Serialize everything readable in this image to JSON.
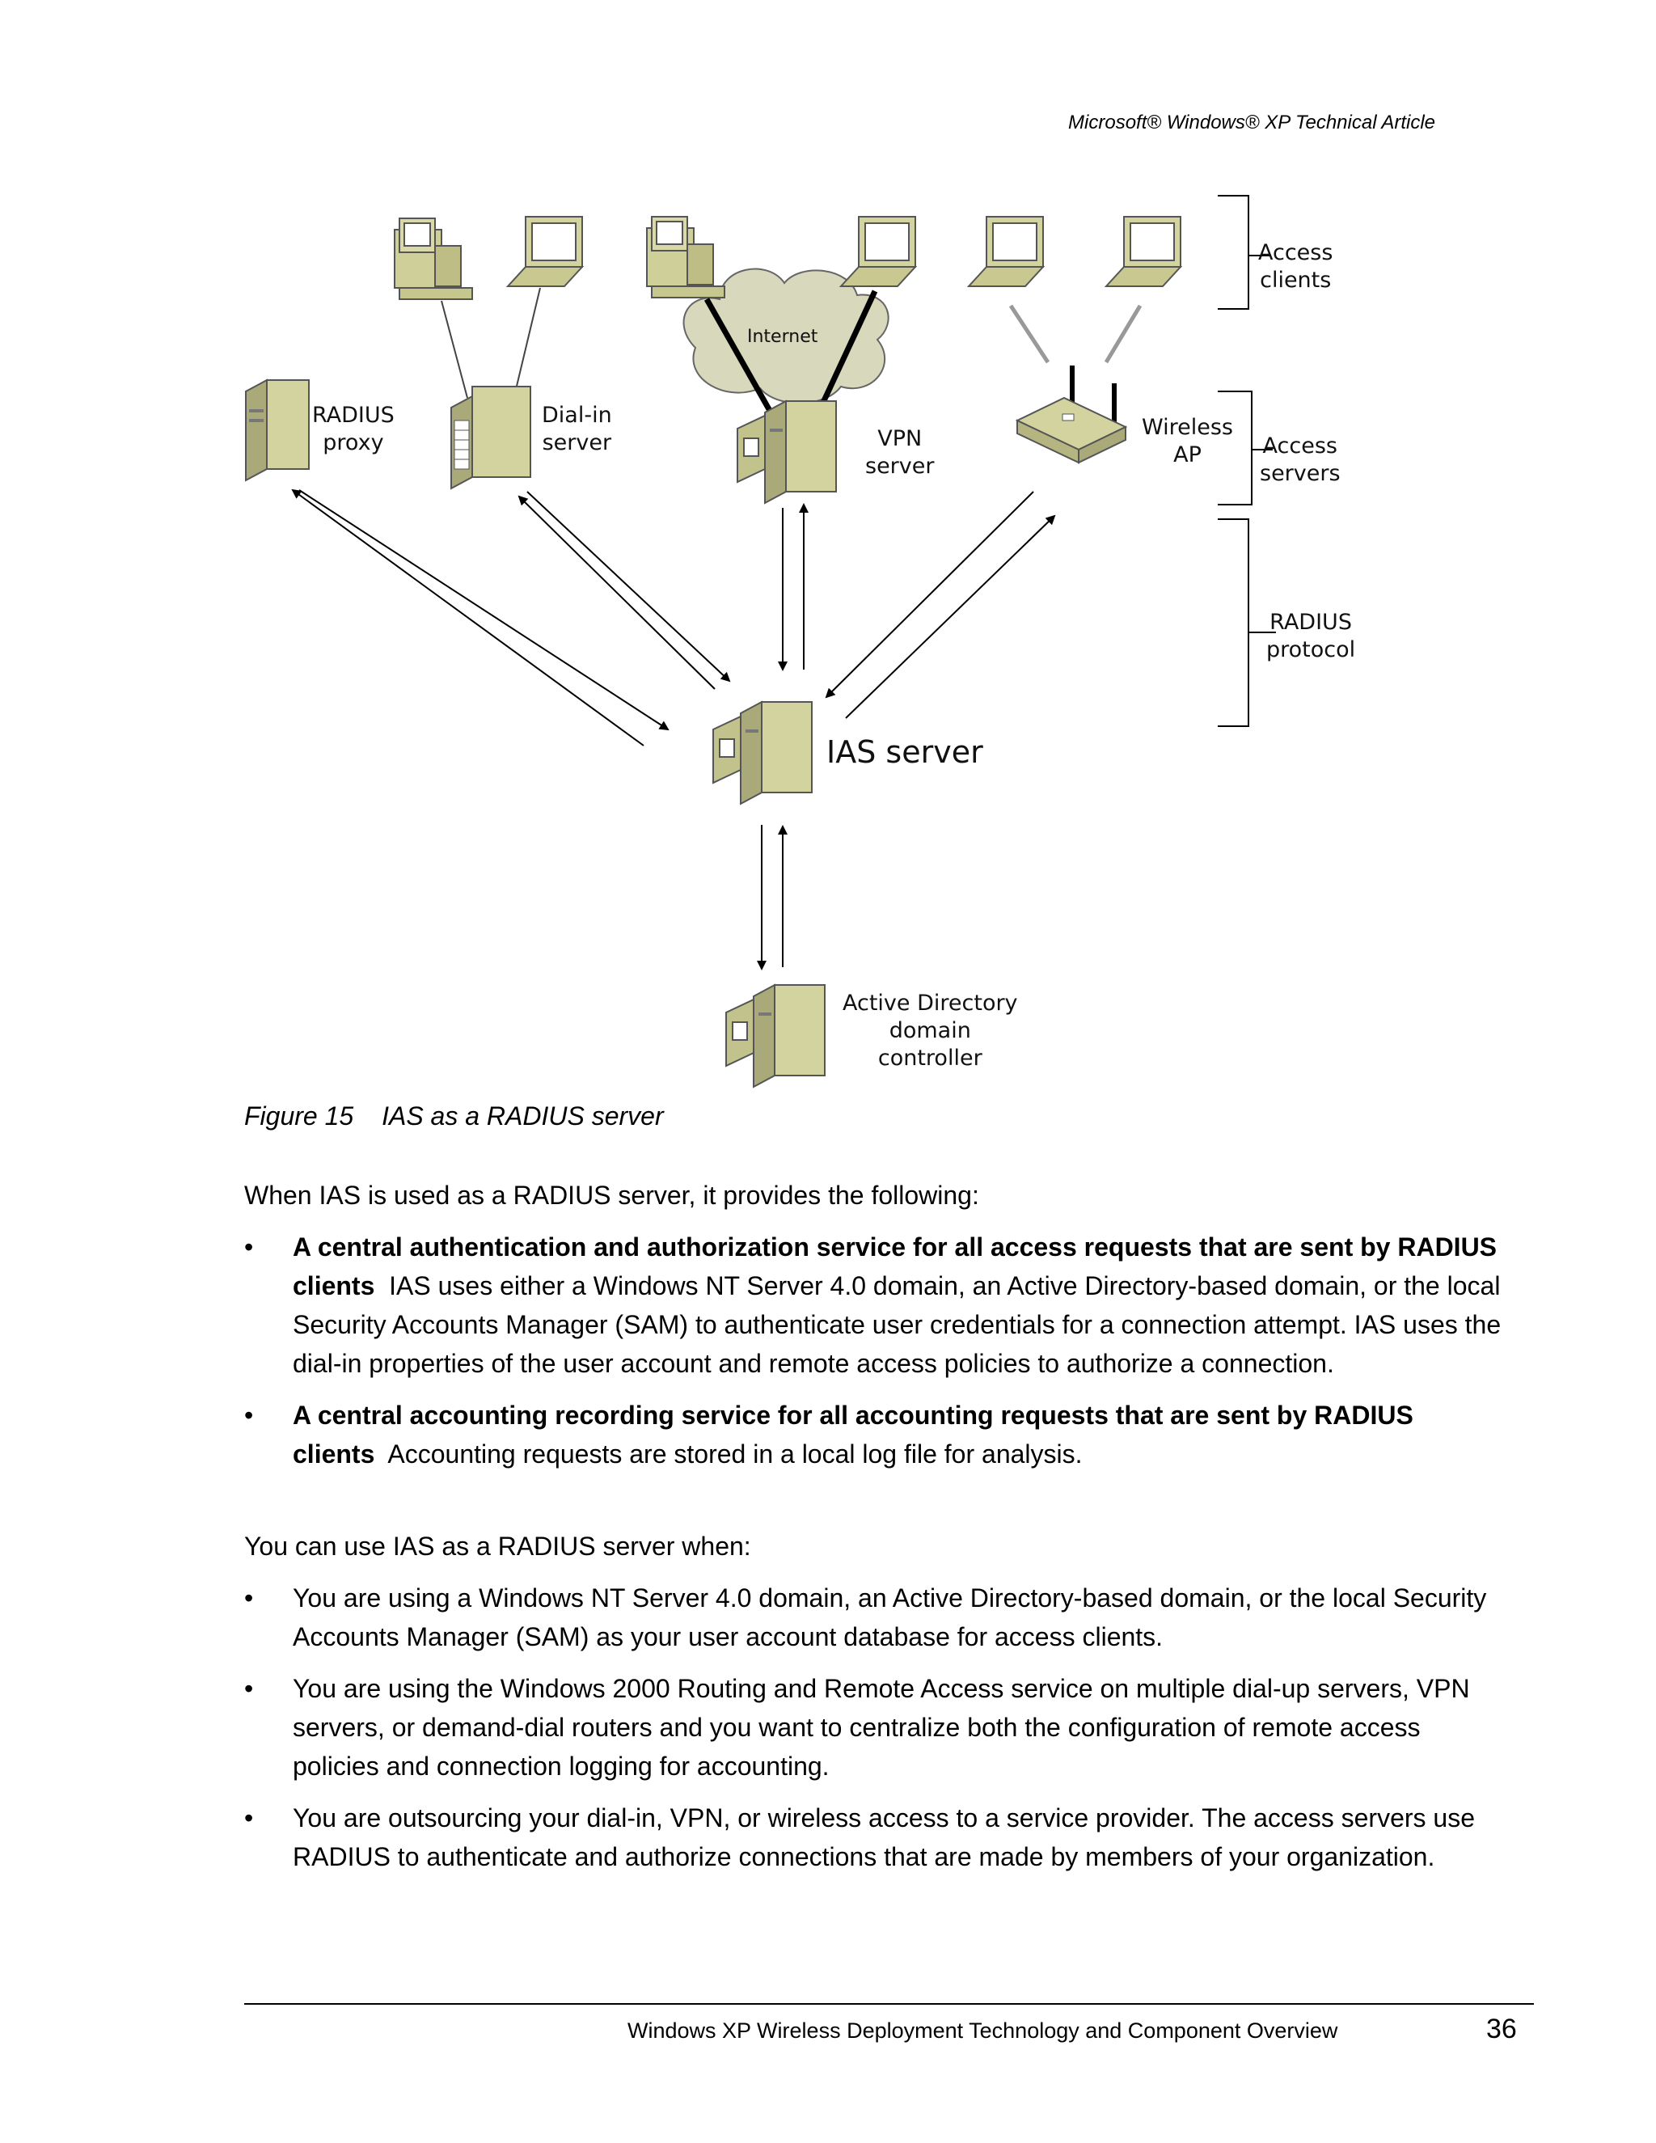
{
  "header": {
    "title": "Microsoft® Windows® XP Technical Article"
  },
  "diagram": {
    "access_clients_label": "Access\nclients",
    "access_servers_label": "Access\nservers",
    "radius_protocol_label": "RADIUS\nprotocol",
    "radius_proxy_label": "RADIUS\nproxy",
    "dialin_server_label": "Dial-in\nserver",
    "vpn_server_label": "VPN\nserver",
    "wireless_ap_label": "Wireless\nAP",
    "internet_label": "Internet",
    "ias_server_label": "IAS server",
    "ad_label": "Active Directory\ndomain\ncontroller"
  },
  "caption": {
    "number": "Figure 15",
    "text": "IAS as a RADIUS server"
  },
  "intro1": "When IAS is used as a RADIUS server, it provides the following:",
  "bullets1": [
    {
      "bold": "A central authentication and authorization service for all access requests that are sent by RADIUS clients",
      "text": "IAS uses either a Windows NT Server 4.0 domain, an Active Directory-based domain, or the local Security Accounts Manager (SAM) to authenticate user credentials for a connection attempt. IAS uses the dial-in properties of the user account and remote access policies to authorize a connection."
    },
    {
      "bold": "A central accounting recording service for all accounting requests that are sent by RADIUS clients",
      "text": "Accounting requests are stored in a local log file for analysis."
    }
  ],
  "intro2": "You can use IAS as a RADIUS server when:",
  "bullets2": [
    "You are using a Windows NT Server 4.0 domain, an Active Directory-based domain, or the local Security Accounts Manager (SAM) as your user account database for access clients.",
    "You are using the Windows 2000 Routing and Remote Access service on multiple dial-up servers, VPN servers, or demand-dial routers and you want to centralize both the configuration of remote access policies and connection logging for accounting.",
    "You are outsourcing your dial-in, VPN, or wireless access to a service provider. The access servers use RADIUS to authenticate and authorize connections that are made by members of your organization."
  ],
  "footer": {
    "text": "Windows XP Wireless Deployment Technology and Component Overview",
    "page": "36"
  }
}
